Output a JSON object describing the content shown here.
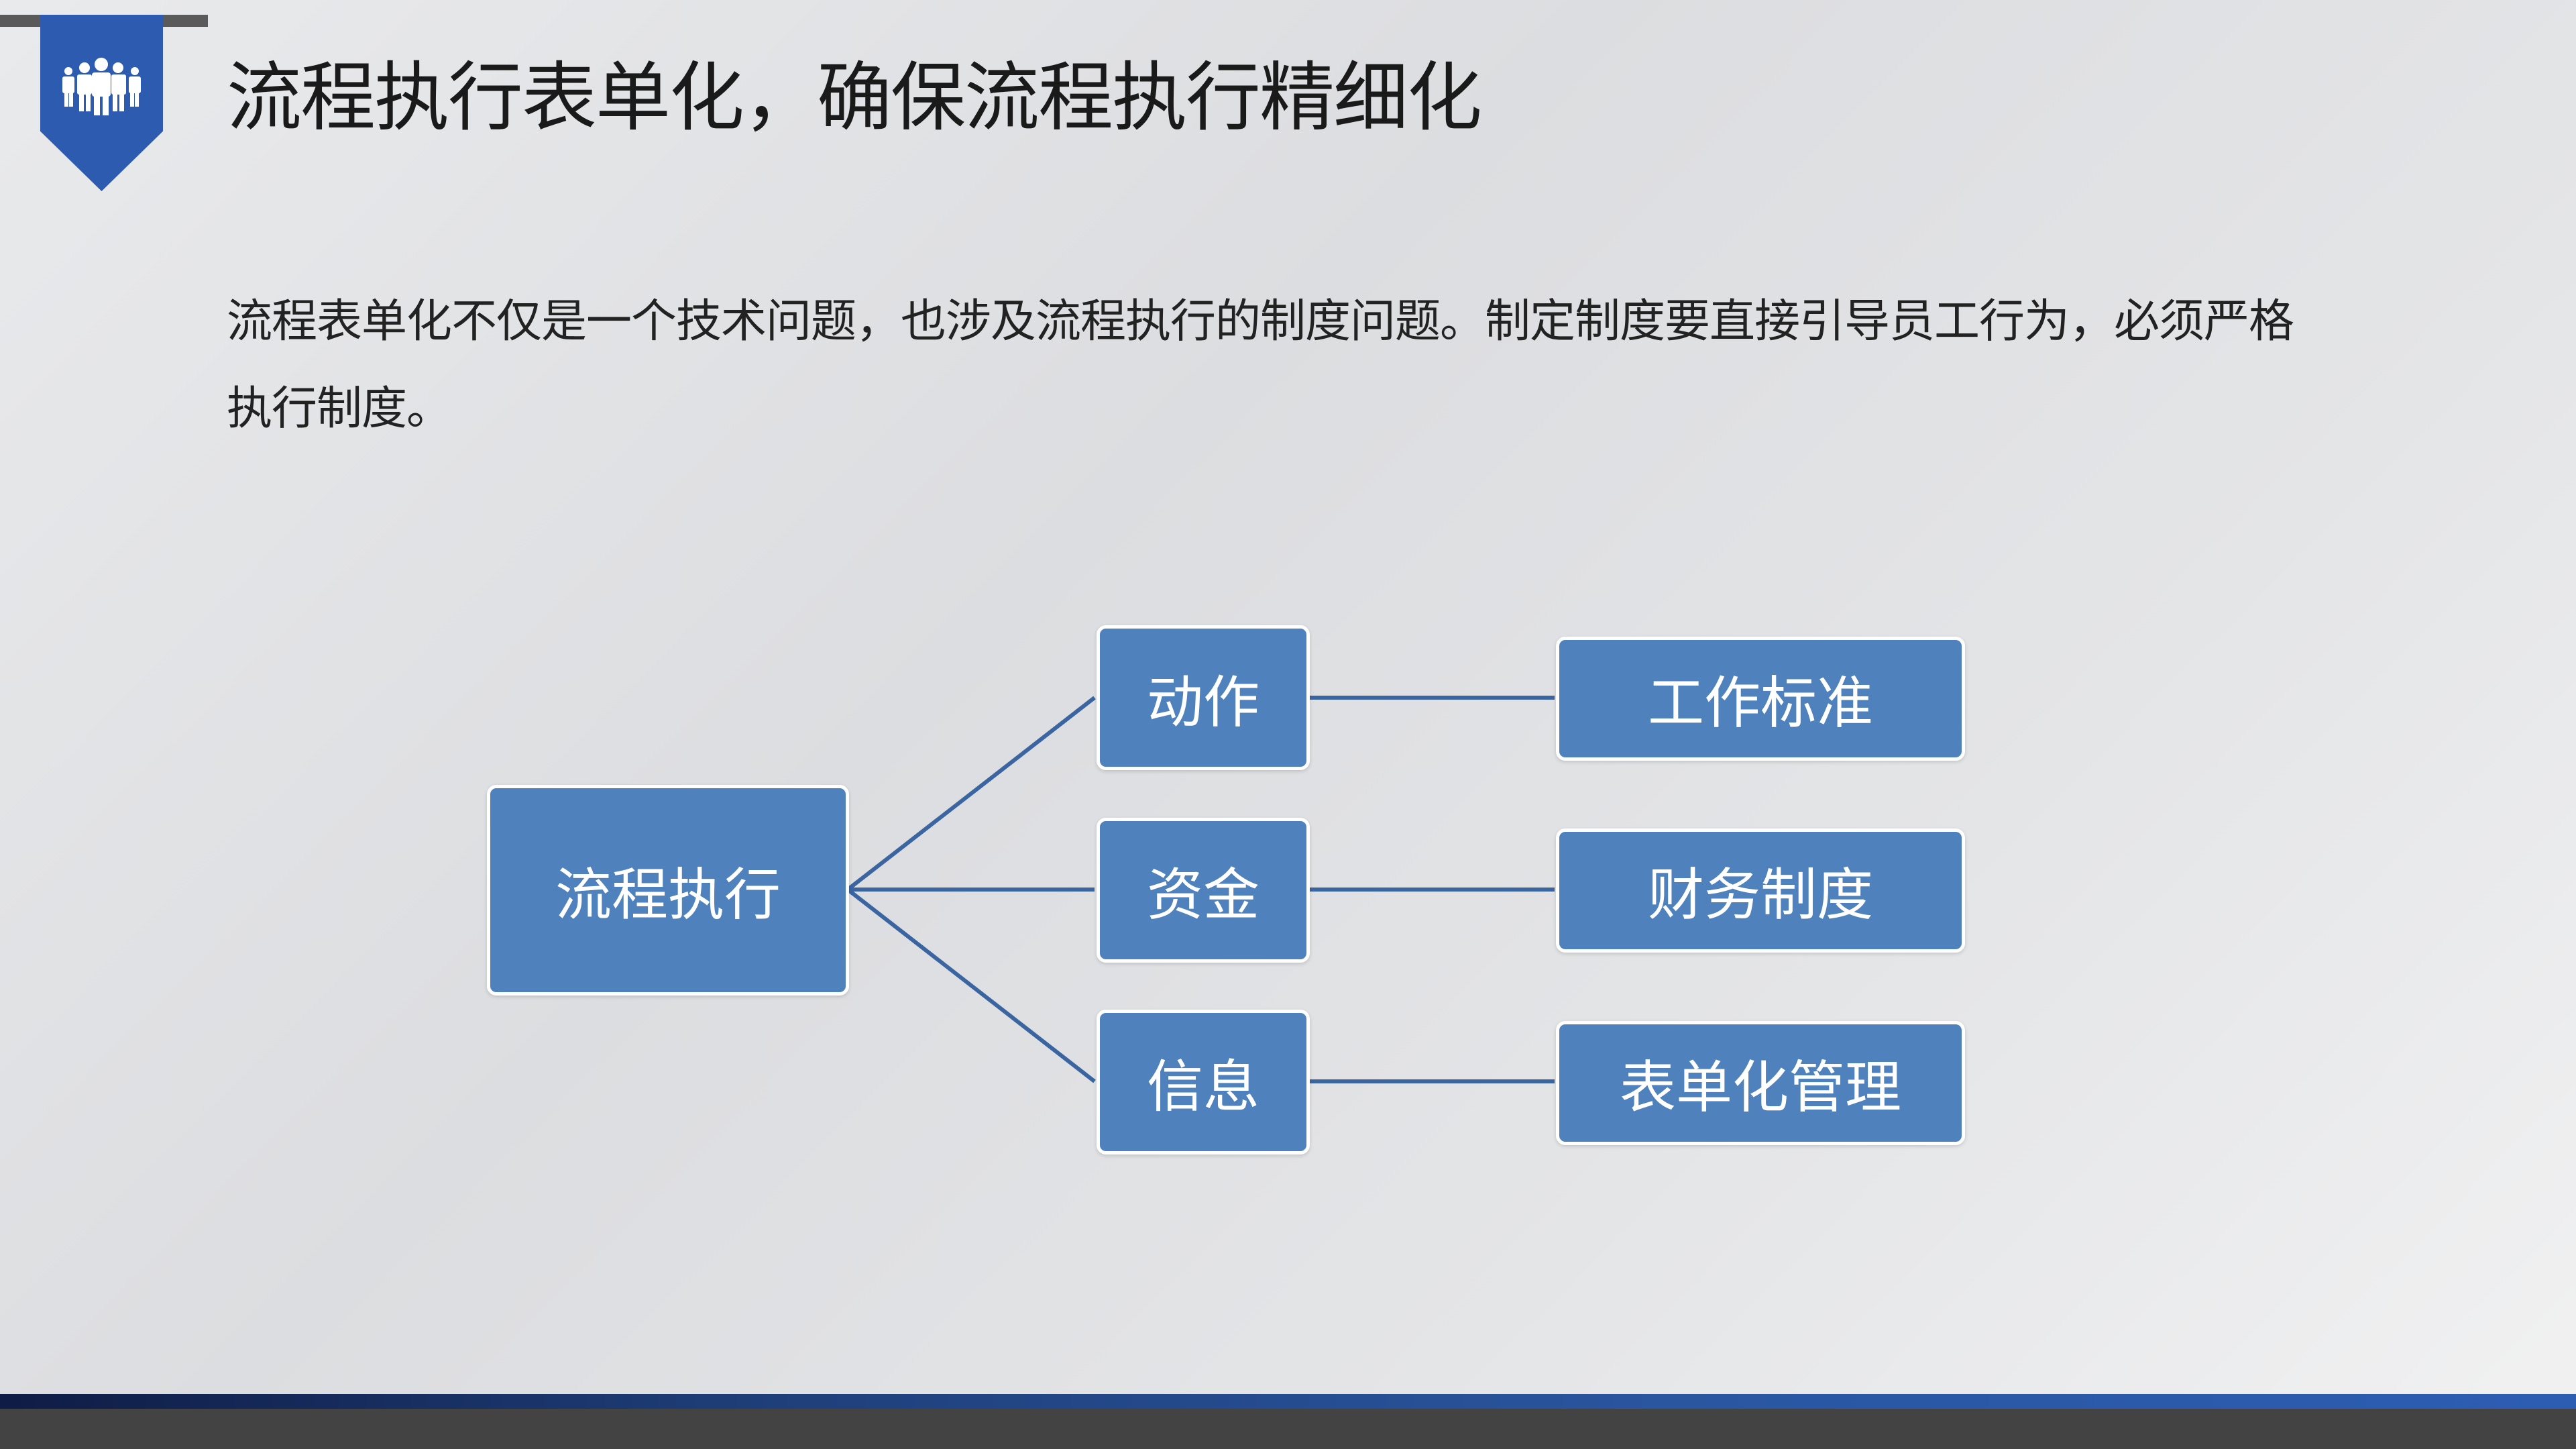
{
  "title": "流程执行表单化，确保流程执行精细化",
  "paragraph": "流程表单化不仅是一个技术问题，也涉及流程执行的制度问题。制定制度要直接引导员工行为，必须严格执行制度。",
  "diagram": {
    "root": "流程执行",
    "middle": [
      "动作",
      "资金",
      "信息"
    ],
    "right": [
      "工作标准",
      "财务制度",
      "表单化管理"
    ]
  },
  "colors": {
    "accent": "#2c5bb0",
    "box": "#4f81bd",
    "line": "#3a65a0"
  }
}
